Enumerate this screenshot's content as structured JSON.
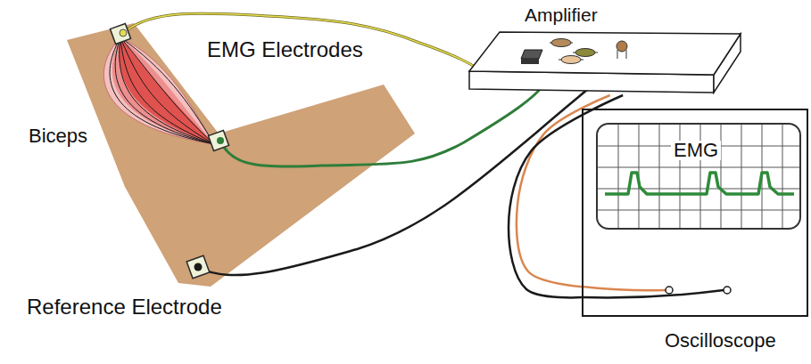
{
  "diagram": {
    "nodes": [
      {
        "text": [
          "Amplifier"
        ]
      },
      {
        "text": [
          "Oscilloscope"
        ]
      },
      {
        "text": [
          "EMG"
        ],
        "in": 1
      }
    ],
    "edges": [
      {
        "from": 0,
        "to": 1,
        "arrow": "none"
      },
      {
        "from": 0,
        "to": 1,
        "arrow": "none"
      }
    ],
    "labels": [
      "EMG Electrodes",
      "Biceps",
      "Reference Electrode"
    ]
  }
}
